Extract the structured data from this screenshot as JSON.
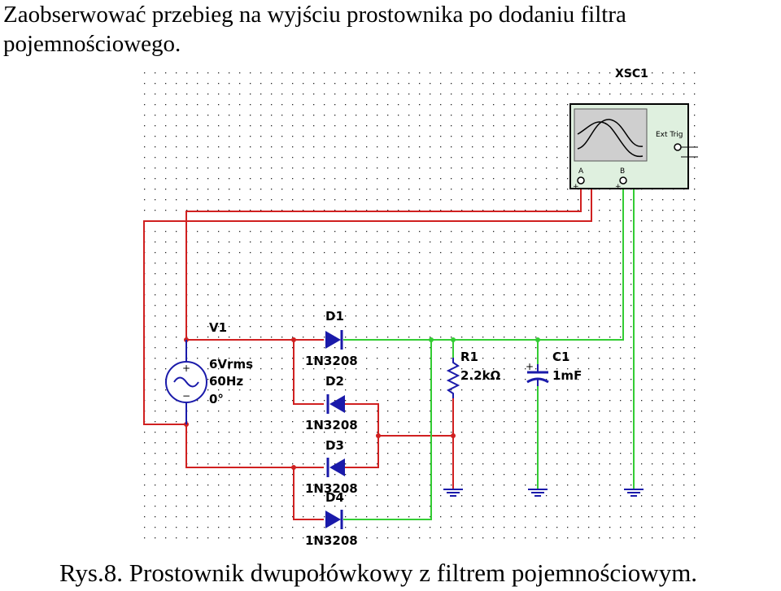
{
  "heading": {
    "line1": "Zaobserwować przebieg na wyjściu prostownika po dodaniu filtra",
    "line2": "pojemnościowego."
  },
  "caption": "Rys.8. Prostownik dwupołówkowy z filtrem pojemnościowym.",
  "oscilloscope": {
    "name": "XSC1",
    "ext_trig": "Ext Trig",
    "channel_a": "A",
    "channel_b": "B",
    "plus": "+",
    "minus": "_"
  },
  "source": {
    "name": "V1",
    "voltage": "6Vrms",
    "frequency": "60Hz",
    "phase": "0°",
    "plus": "+",
    "minus": "−"
  },
  "diodes": [
    {
      "name": "D1",
      "model": "1N3208"
    },
    {
      "name": "D2",
      "model": "1N3208"
    },
    {
      "name": "D3",
      "model": "1N3208"
    },
    {
      "name": "D4",
      "model": "1N3208"
    }
  ],
  "resistor": {
    "name": "R1",
    "value": "2.2kΩ"
  },
  "capacitor": {
    "name": "C1",
    "value": "1mF",
    "plus": "+"
  },
  "colors": {
    "wire_red": "#d02020",
    "wire_green": "#33cc33",
    "component_blue": "#1a1aaa",
    "grid_dot": "#222222",
    "scope_body": "#dff0df",
    "scope_screen": "#cfcfcf"
  }
}
